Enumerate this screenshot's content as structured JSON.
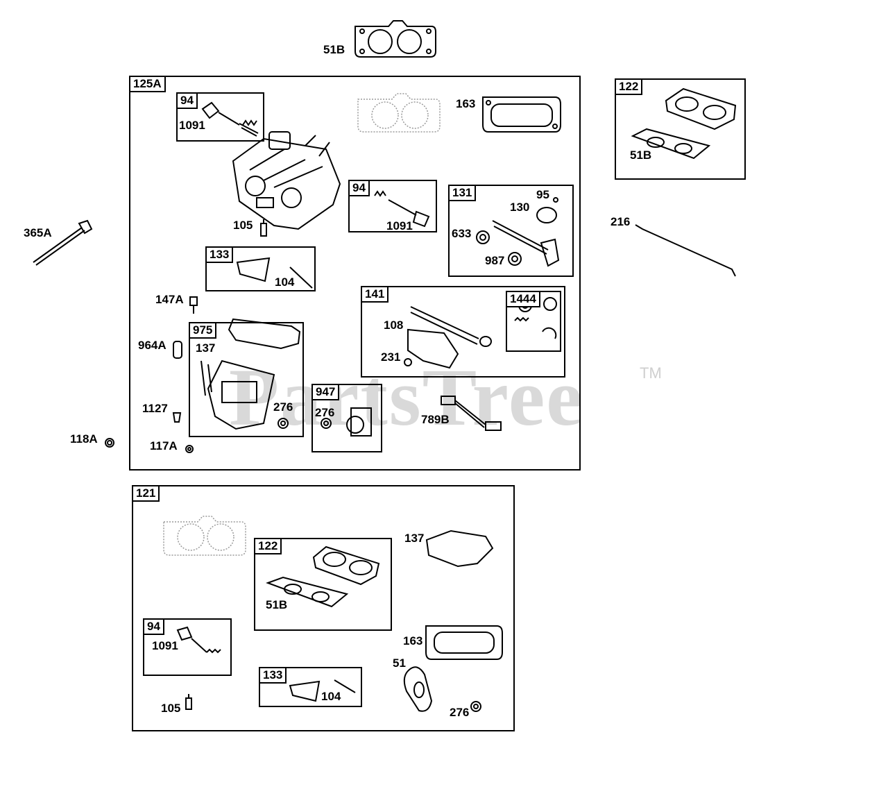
{
  "watermark": {
    "text": "PartsTree",
    "tm": "TM"
  },
  "boxes": {
    "b125A": "125A",
    "b94a": "94",
    "b94b": "94",
    "b131": "131",
    "b133a": "133",
    "b141": "141",
    "b1444": "1444",
    "b975": "975",
    "b947": "947",
    "b122a": "122",
    "b121": "121",
    "b122b": "122",
    "b94c": "94",
    "b133b": "133"
  },
  "labels": {
    "top_51B": "51B",
    "l1091a": "1091",
    "l163a": "163",
    "l105a": "105",
    "l1091b": "1091",
    "l95": "95",
    "l130": "130",
    "l633": "633",
    "l987": "987",
    "l104a": "104",
    "l147A": "147A",
    "l108": "108",
    "l231": "231",
    "l964A": "964A",
    "l137a": "137",
    "l1127": "1127",
    "l276a": "276",
    "l276b": "276",
    "l789B": "789B",
    "l118A": "118A",
    "l117A": "117A",
    "l365A": "365A",
    "l51Ba": "51B",
    "l216": "216",
    "l51Bb": "51B",
    "l137b": "137",
    "l1091c": "1091",
    "l163b": "163",
    "l51": "51",
    "l105b": "105",
    "l104b": "104",
    "l276c": "276"
  }
}
